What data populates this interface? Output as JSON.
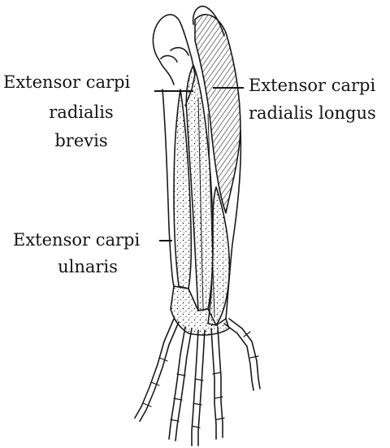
{
  "labels": {
    "ecrb": [
      "Extensor carpi",
      "radialis",
      "brevis"
    ],
    "ecrl": [
      "Extensor carpi",
      "radialis longus"
    ],
    "ecu": [
      "Extensor carpi",
      "ulnaris"
    ]
  },
  "colors": {
    "ink": "#141414",
    "paper": "#ffffff"
  }
}
